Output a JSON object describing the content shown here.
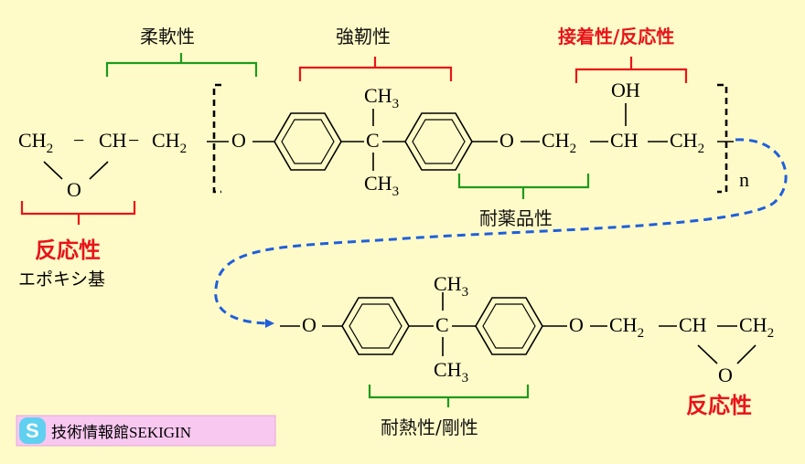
{
  "colors": {
    "background": "#fffbc8",
    "bracket_green": "#1e9a1e",
    "bracket_red": "#e8141a",
    "arrow_blue": "#1f5fdc",
    "label_red": "#e8141a",
    "brand_bg": "#f8c8f0",
    "brand_icon": "#5fd0f0"
  },
  "labels": {
    "flexibility": "柔軟性",
    "toughness": "強靭性",
    "adhesion_reactivity": "接着性/反応性",
    "chemical_resistance": "耐薬品性",
    "heat_resistance_rigidity": "耐熱性/剛性",
    "reactivity_left": "反応性",
    "reactivity_right": "反応性",
    "epoxy_group": "エポキシ基"
  },
  "formula": {
    "ch2": "CH",
    "ch": "CH",
    "ch3": "CH",
    "sub2": "2",
    "sub3": "3",
    "c": "C",
    "o": "O",
    "oh": "OH",
    "n": "n",
    "dash": "−"
  },
  "brand": {
    "icon_letter": "S",
    "text": "技術情報館SEKIGIN"
  }
}
